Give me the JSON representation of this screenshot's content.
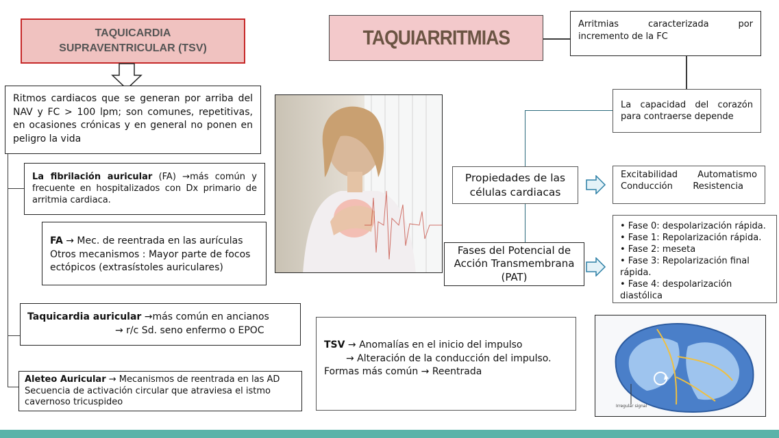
{
  "tsv_header": {
    "title": "TAQUICARDIA SUPRAVENTRICULAR (TSV)"
  },
  "tsv_definition": "Ritmos cardiacos que se generan por arriba del NAV y FC > 100 lpm; son comunes, repetitivas, en ocasiones crónicas y en general no ponen en peligro la vida",
  "fa_box": {
    "bold": "La fibrilación auricular",
    "rest": " (FA) →más común y frecuente en hospitalizados con Dx primario de arritmia cardiaca."
  },
  "fa_mech": {
    "bold": "FA",
    "line1": " → Mec. de reentrada en las aurículas",
    "line2": "Otros mecanismos : Mayor parte de focos ectópicos (extrasístoles auriculares)"
  },
  "taq_auricular": {
    "bold": "Taquicardia auricular",
    "line1": "  →más común en ancianos",
    "line2": "→ r/c  Sd. seno enfermo o EPOC"
  },
  "aleteo": {
    "bold": "Aleteo Auricular",
    "line1": " → Mecanismos de reentrada en las AD",
    "line2": "Secuencia de activación circular que atraviesa el istmo cavernoso tricuspideo"
  },
  "main_title": "TAQUIARRITMIAS",
  "definition": "Arritmias caracterizada por incremento de la FC",
  "capacidad": "La capacidad del corazón para contraerse depende",
  "propiedades": {
    "title": "Propiedades de las células cardiacas",
    "items": [
      "Excitabilidad",
      "Automatismo",
      "Conducción",
      "Resistencia"
    ]
  },
  "fases": {
    "title": "Fases del Potencial de Acción Transmembrana (PAT)",
    "items": [
      "• Fase 0: despolarización rápida.",
      "• Fase 1: Repolarización rápida.",
      "• Fase 2: meseta",
      "• Fase 3: Repolarización final rápida.",
      "• Fase 4: despolarización diastólica"
    ]
  },
  "tsv_box": {
    "bold": "TSV",
    "line1": " → Anomalías en el inicio del impulso",
    "line2": "→  Alteración de la conducción del impulso.",
    "line3": "Formas más común → Reentrada"
  },
  "heart_caption": "Irregular signal",
  "colors": {
    "header_fill": "#f0c2c0",
    "header_border": "#c62828",
    "title_fill": "#f3c9cb",
    "title_text": "#6b5443",
    "teal_line": "#2c6a7c",
    "footer": "#5ab3a9",
    "arrow_fill": "#e4f2f8",
    "arrow_stroke": "#2c7fa5"
  }
}
